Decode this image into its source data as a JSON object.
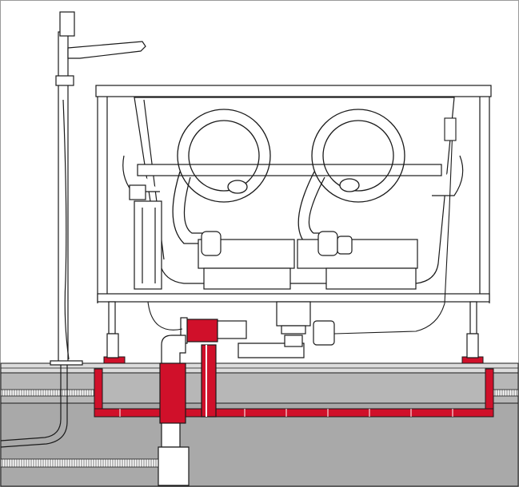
{
  "diagram": {
    "subject": "bathtub-installation-cross-section",
    "colors": {
      "line": "#1a1a1a",
      "accent_red": "#d0102a",
      "screed_gray": "#b7b7b7",
      "slab_gray": "#a9a9a9",
      "background": "#ffffff",
      "frame_border": "#9a9a9a"
    },
    "components": [
      "freestanding-bath-mixer",
      "bathtub-shell",
      "support-frame",
      "whirlpool-pipe-coil-left",
      "whirlpool-pipe-coil-right",
      "pump-motor-box",
      "drain-trap",
      "overflow-valve",
      "adjustable-feet",
      "red-sound-insulation",
      "floor-screed",
      "concrete-slab",
      "embedded-pipes"
    ]
  }
}
